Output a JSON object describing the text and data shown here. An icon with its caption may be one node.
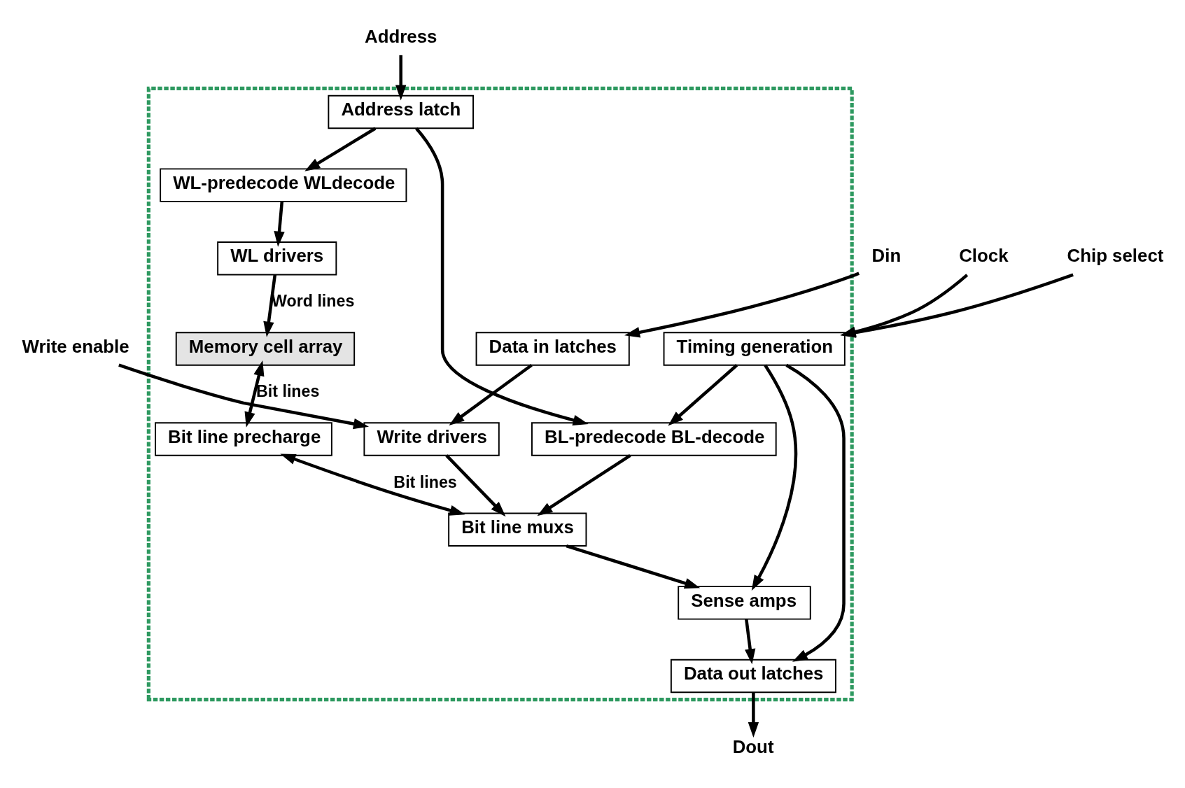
{
  "diagram": {
    "nodes": [
      {
        "text": [],
        "shape": "box"
      },
      {
        "text": [
          "WL-predecode WLdecode"
        ],
        "in": 0
      },
      {
        "text": [
          "WL drivers"
        ],
        "in": 0
      },
      {
        "text": [
          "Memory cell array"
        ],
        "in": 0
      },
      {
        "text": [
          "Bit line precharge"
        ],
        "in": 0
      },
      {
        "text": [
          "Address latch"
        ],
        "in": 0
      },
      {
        "text": [
          "BL-predecode BL-decode"
        ],
        "in": 0
      },
      {
        "text": [
          "Bit line muxs"
        ],
        "in": 0
      },
      {
        "text": [
          "Sense amps"
        ],
        "in": 0
      },
      {
        "text": [
          "Write drivers"
        ],
        "in": 0
      },
      {
        "text": [
          "Timing generation"
        ],
        "in": 0
      },
      {
        "text": [
          "Data out latches"
        ],
        "in": 0
      },
      {
        "text": [
          "Data in latches"
        ],
        "in": 0
      },
      {
        "text": [
          "Address"
        ]
      },
      {
        "text": [
          "Chip select"
        ]
      },
      {
        "text": [
          "Clock"
        ]
      },
      {
        "text": [
          "Write enable"
        ]
      },
      {
        "text": [
          "Dout"
        ]
      },
      {
        "text": [
          "Din"
        ]
      }
    ],
    "edges": [
      {
        "from": 5,
        "to": 1,
        "arrow": "to"
      },
      {
        "from": 1,
        "to": 2,
        "arrow": "to"
      },
      {
        "from": 2,
        "to": 3,
        "arrow": "to",
        "label": "Word lines"
      },
      {
        "from": 3,
        "to": 4,
        "arrow": "both",
        "label": "Bit lines"
      },
      {
        "from": 4,
        "to": 7,
        "arrow": "both",
        "label": "Bit lines"
      },
      {
        "from": 13,
        "to": 5,
        "arrow": "to"
      },
      {
        "from": 5,
        "to": 6,
        "arrow": "to"
      },
      {
        "from": 6,
        "to": 7,
        "arrow": "to"
      },
      {
        "from": 7,
        "to": 8,
        "arrow": "to"
      },
      {
        "from": 9,
        "to": 7,
        "arrow": "to"
      },
      {
        "from": 10,
        "to": 6,
        "arrow": "to"
      },
      {
        "from": 10,
        "to": 8,
        "arrow": "to"
      },
      {
        "from": 10,
        "to": 11,
        "arrow": "to"
      },
      {
        "from": 8,
        "to": 11,
        "arrow": "to"
      },
      {
        "from": 12,
        "to": 9,
        "arrow": "to"
      },
      {
        "from": 14,
        "to": 10,
        "arrow": "to"
      },
      {
        "from": 15,
        "to": 10,
        "arrow": "to"
      },
      {
        "from": 16,
        "to": 9,
        "arrow": "to"
      },
      {
        "from": 11,
        "to": 17,
        "arrow": "to"
      },
      {
        "from": 18,
        "to": 12,
        "arrow": "to"
      }
    ]
  }
}
